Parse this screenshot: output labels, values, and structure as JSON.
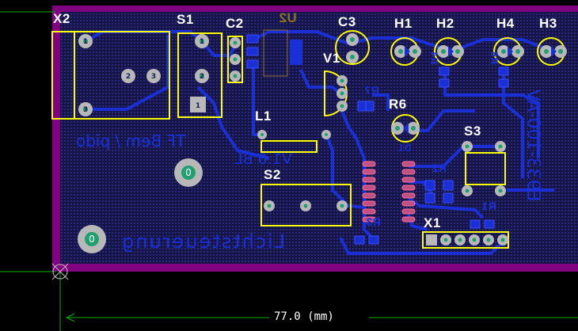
{
  "board": {
    "component_labels": {
      "x2": "X2",
      "s1": "S1",
      "c2": "C2",
      "u2": "U2",
      "c3": "C3",
      "h1": "H1",
      "h2": "H2",
      "h4": "H4",
      "h3": "H3",
      "v1": "V1",
      "r7": "R7",
      "r6": "R6",
      "l1": "L1",
      "s3": "S3",
      "s2": "S2",
      "r2": "R2",
      "r1": "R1",
      "r3": "R3",
      "x1": "X1",
      "r4": "R4",
      "r5": "R5",
      "d1": "D1"
    },
    "mirrored_texts": {
      "author": "TF Bem / pido",
      "version": "V1.0 BL",
      "title": "Lichtsteuerung",
      "code": "E933-100-AV"
    },
    "via_labels": [
      "0",
      "0"
    ],
    "pad_numbers": [
      "1",
      "2",
      "3",
      "1",
      "2",
      "1",
      "3"
    ]
  },
  "dimension": {
    "horizontal": "77.0 (mm)"
  },
  "colors": {
    "background": "#000000",
    "board_outline": "#800080",
    "copper_fill": "#1c1c5a",
    "traces": "#1a2fd6",
    "silkscreen": "#ffff00",
    "pads": "#b8b8b8",
    "labels": "#ffffff",
    "dimension_lines": "#00b000"
  }
}
